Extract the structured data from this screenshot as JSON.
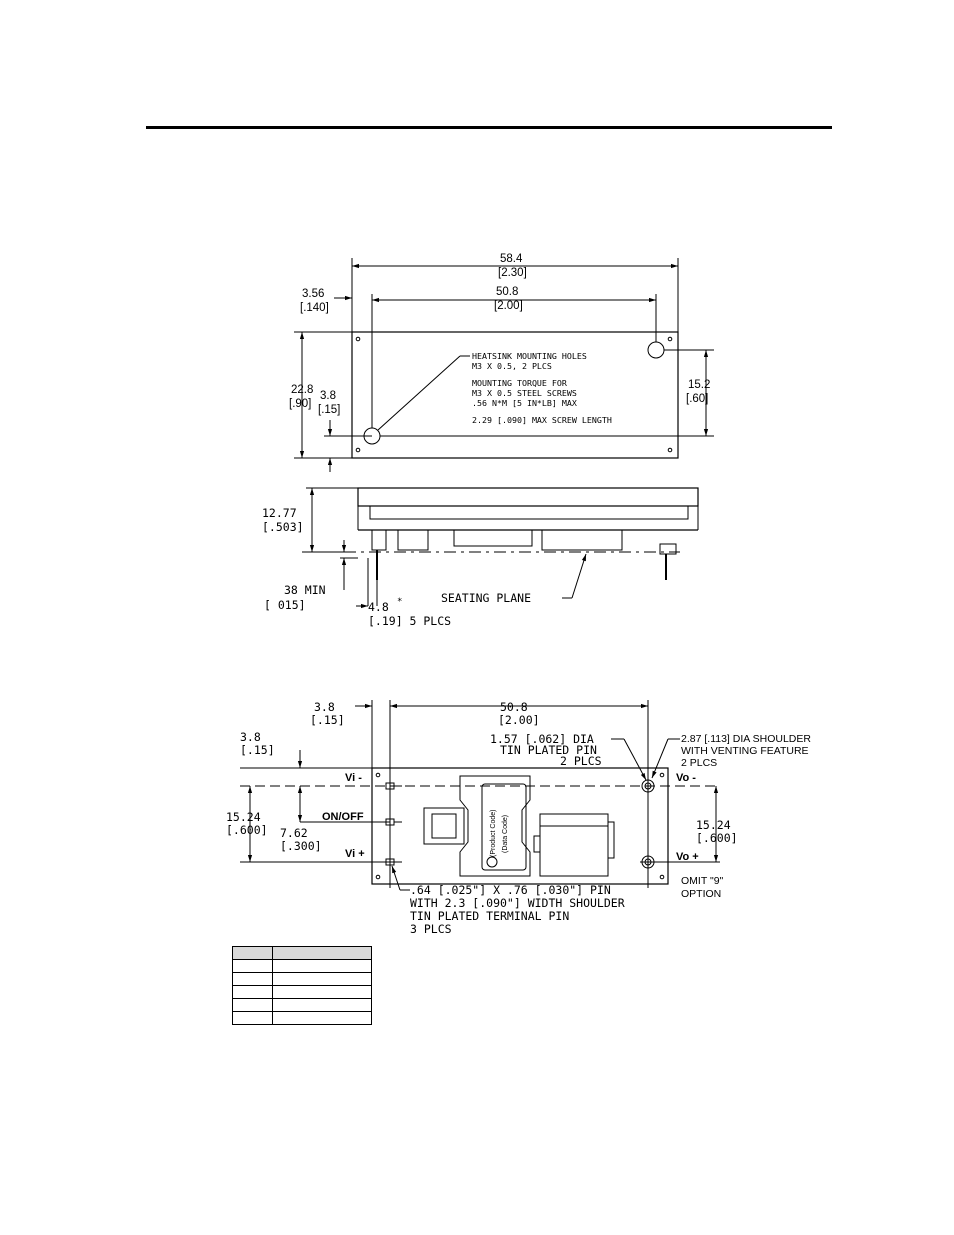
{
  "top_view": {
    "overall_width": "58.4",
    "overall_width_in": "[2.30]",
    "hole_spacing": "50.8",
    "hole_spacing_in": "[2.00]",
    "left_offset": "3.56",
    "left_offset_in": "[.140]",
    "height": "22.8",
    "height_in": "[.90]",
    "bottom_offset": "3.8",
    "bottom_offset_in": "[.15]",
    "hole_vertical": "15.2",
    "hole_vertical_in": "[.60]",
    "notes": [
      "HEATSINK MOUNTING HOLES",
      "M3 X 0.5, 2 PLCS",
      "MOUNTING TORQUE FOR",
      "M3 X 0.5 STEEL SCREWS",
      ".56 N*M [5 IN*LB] MAX",
      "2.29 [.090] MAX SCREW LENGTH"
    ]
  },
  "side_view": {
    "height": "12.77",
    "height_in": "[.503]",
    "standoff": "38 MIN",
    "standoff_in": "[ 015]",
    "pin_length": "4.8",
    "pin_length_mark": "*",
    "pin_length_in": "[.19] 5 PLCS",
    "seating_plane": "SEATING PLANE"
  },
  "bottom_view": {
    "left_offset": "3.8",
    "left_offset_in": "[.15]",
    "top_offset": "3.8",
    "top_offset_in": "[.15]",
    "pin_spacing": "50.8",
    "pin_spacing_in": "[2.00]",
    "input_pitch": "15.24",
    "input_pitch_in": "[.600]",
    "onoff_pitch": "7.62",
    "onoff_pitch_in": "[.300]",
    "output_pitch": "15.24",
    "output_pitch_in": "[.600]",
    "output_pin_note": [
      "1.57 [.062] DIA",
      "TIN PLATED PIN",
      "2 PLCS"
    ],
    "shoulder_note": [
      "2.87 [.113] DIA SHOULDER",
      "WITH VENTING FEATURE",
      "2 PLCS"
    ],
    "input_pin_note": [
      ".64 [.025\"] X .76 [.030\"] PIN",
      "WITH 2.3 [.090\"] WIDTH SHOULDER",
      "TIN PLATED TERMINAL PIN",
      "3 PLCS"
    ],
    "omit_note": [
      "OMIT \"9\"",
      "OPTION"
    ],
    "pins": {
      "vi_minus": "Vi -",
      "onoff": "ON/OFF",
      "vi_plus": "Vi +",
      "vo_minus": "Vo -",
      "vo_plus": "Vo +"
    },
    "label_product_code": "(Product Code)",
    "label_data_code": "(Data Code)"
  }
}
